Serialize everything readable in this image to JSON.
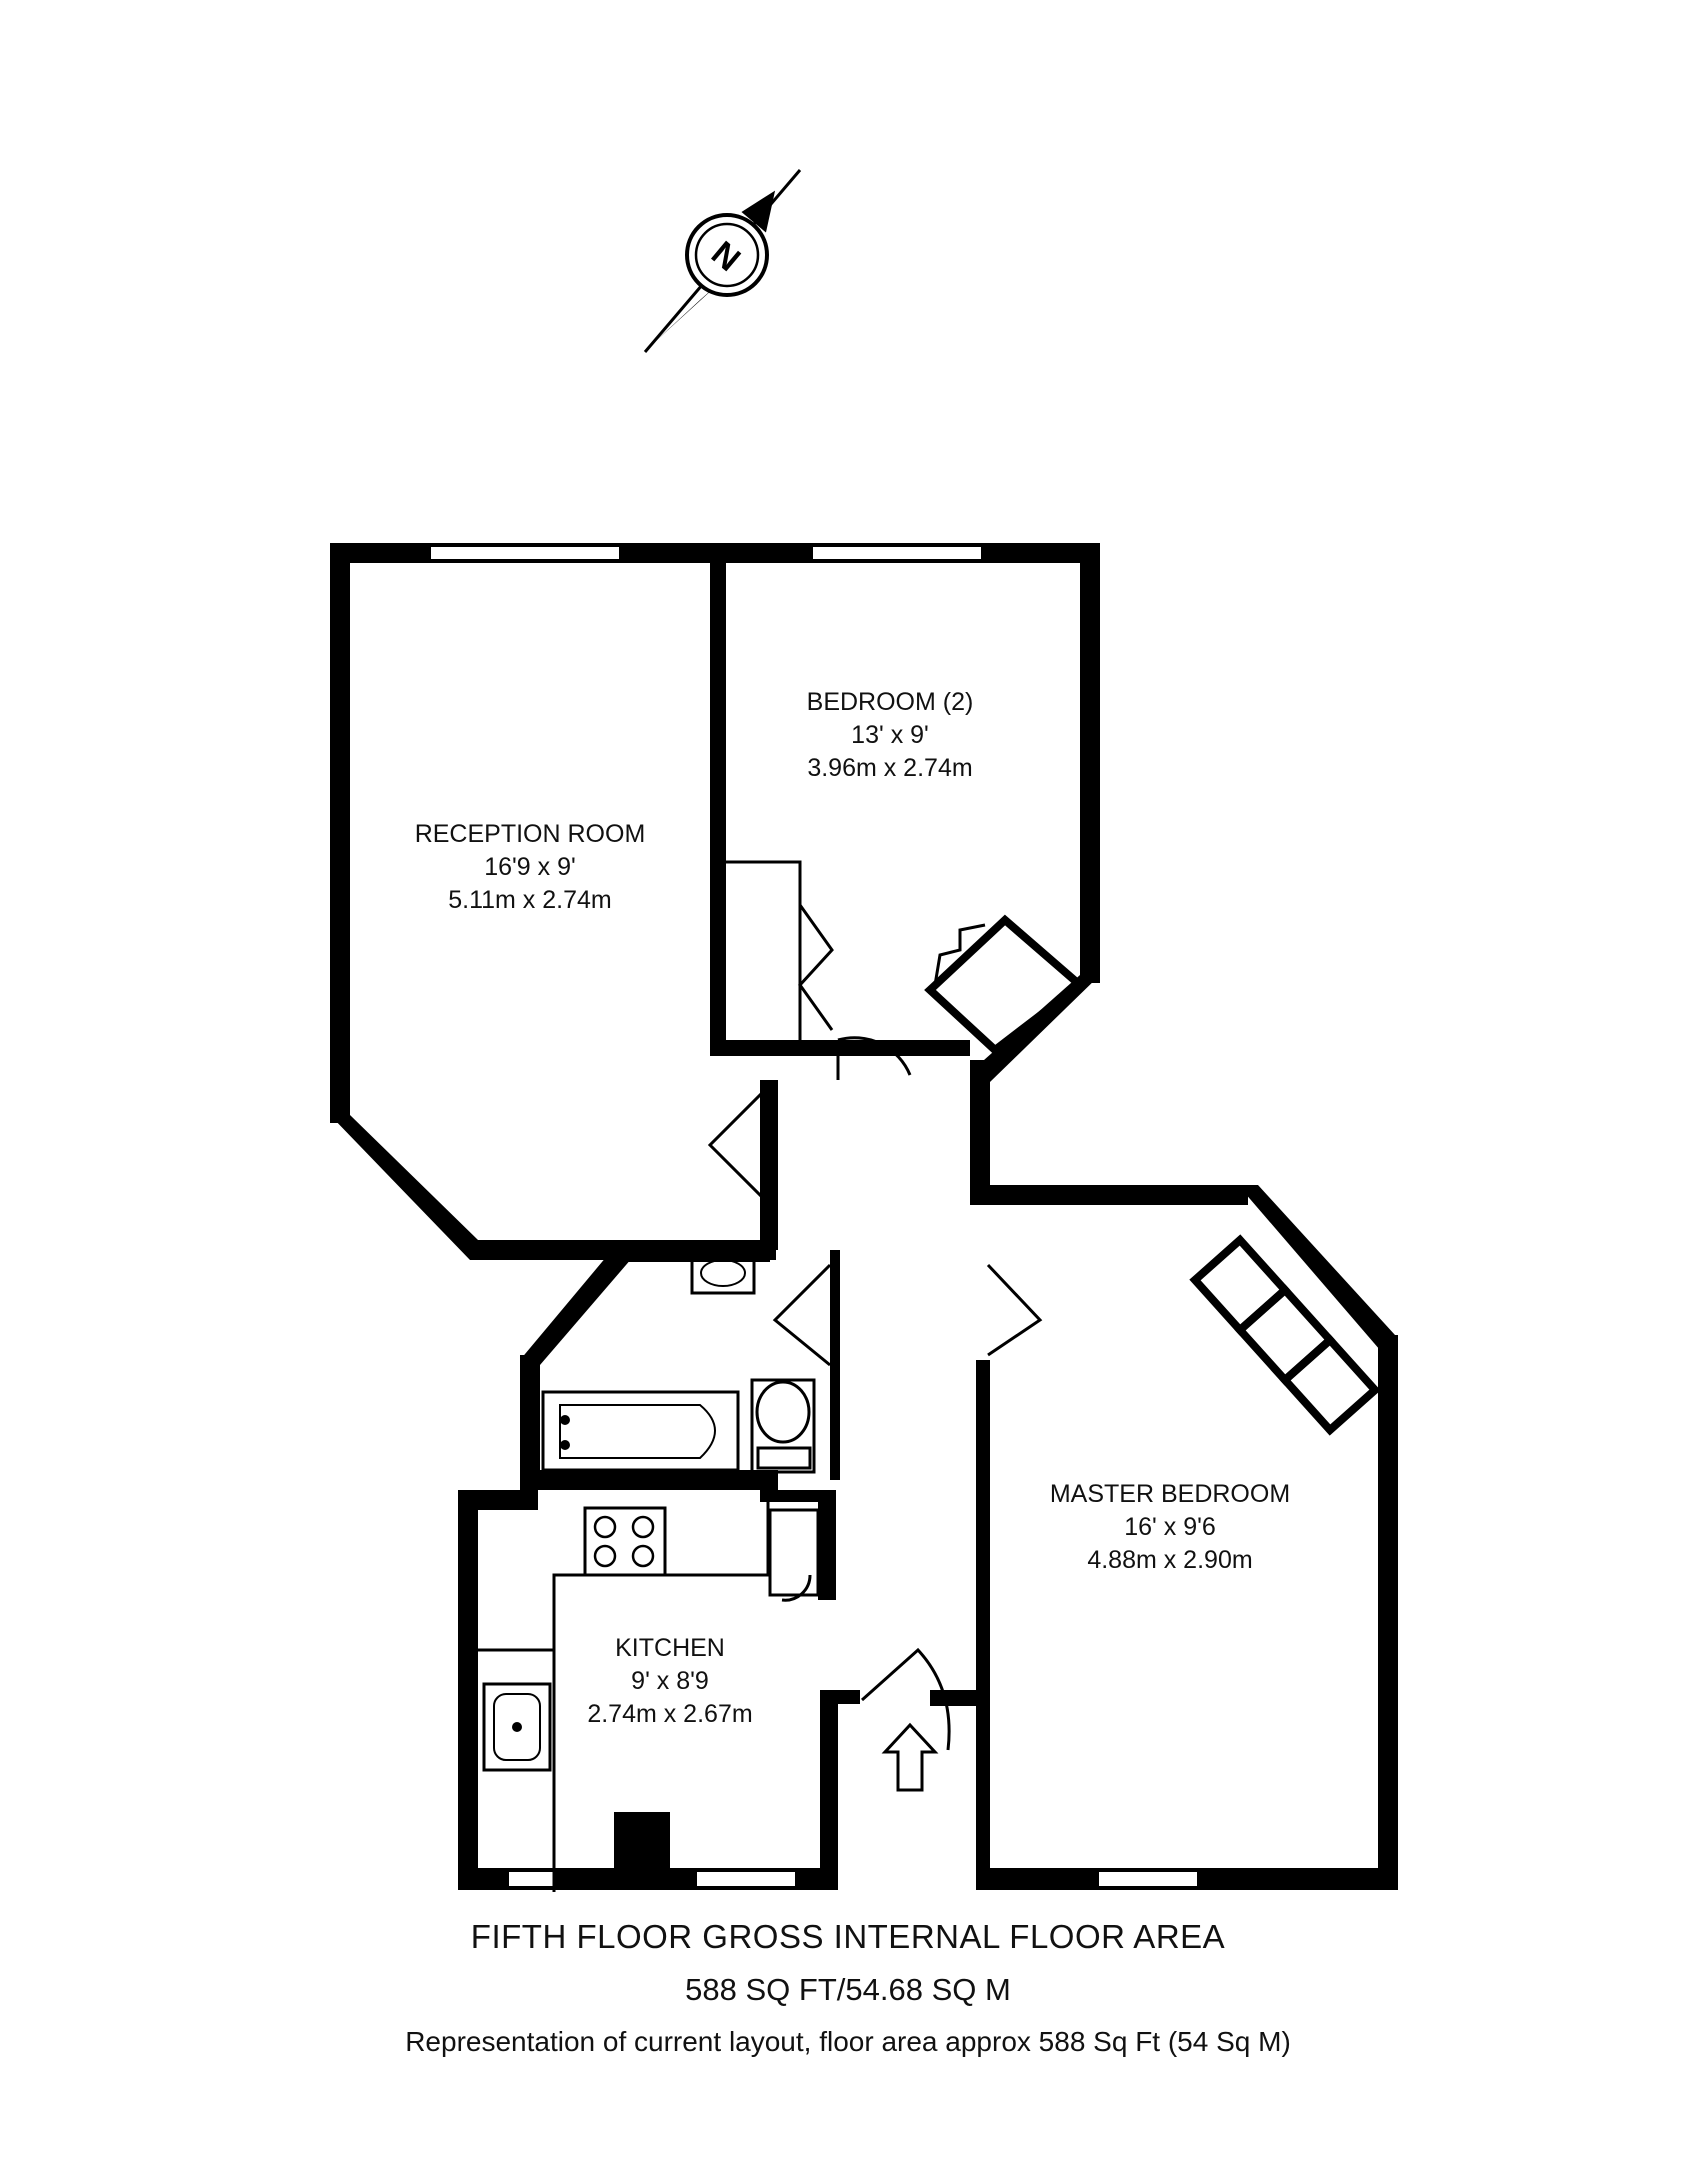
{
  "rooms": {
    "reception": {
      "name": "RECEPTION ROOM",
      "imperial": "16'9 x 9'",
      "metric": "5.11m x 2.74m"
    },
    "bedroom2": {
      "name": "BEDROOM (2)",
      "imperial": "13' x 9'",
      "metric": "3.96m x 2.74m"
    },
    "master": {
      "name": "MASTER BEDROOM",
      "imperial": "16' x 9'6",
      "metric": "4.88m x 2.90m"
    },
    "kitchen": {
      "name": "KITCHEN",
      "imperial": "9' x 8'9",
      "metric": "2.74m x 2.67m"
    }
  },
  "compass": {
    "letter": "N"
  },
  "caption": {
    "title": "FIFTH FLOOR GROSS INTERNAL FLOOR AREA",
    "area": "588 SQ FT/54.68 SQ M",
    "note": "Representation of current layout, floor area approx 588 Sq Ft (54 Sq M)"
  },
  "colors": {
    "wall": "#000000",
    "background": "#ffffff"
  }
}
